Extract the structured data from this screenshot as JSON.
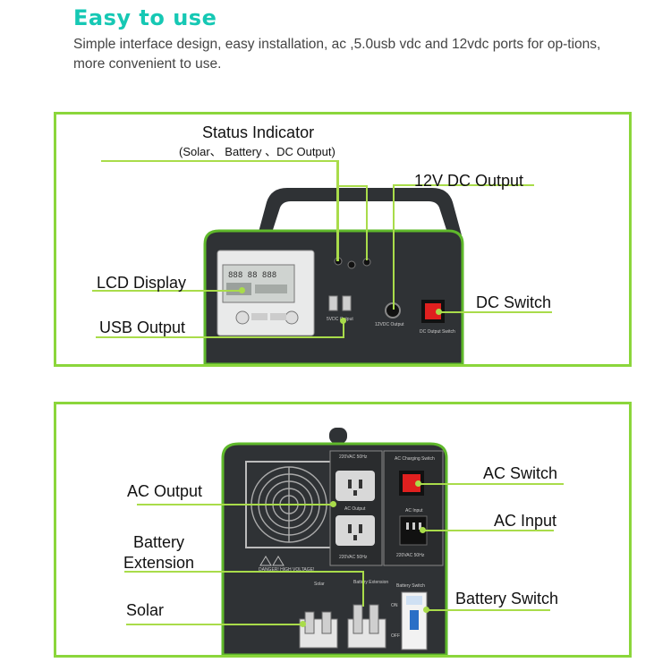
{
  "header": {
    "title": "Easy to use",
    "intro": "Simple interface design, easy installation, ac ,5.0usb vdc and 12vdc ports for op-tions, more convenient to use."
  },
  "front_panel": {
    "callouts": {
      "status_indicator": "Status Indicator",
      "status_sub": "(Solar、 Battery 、DC Output)",
      "dc12_output": "12V DC Output",
      "lcd_display": "LCD Display",
      "dc_switch": "DC Switch",
      "usb_output": "USB Output"
    },
    "printed": {
      "usb_port_label": "5VDC Output",
      "dc_port_label": "12VDC Output",
      "switch_label": "DC Output Switch"
    }
  },
  "back_panel": {
    "callouts": {
      "ac_output": "AC Output",
      "ac_switch": "AC Switch",
      "ac_input": "AC Input",
      "battery_extension": "Battery\nExtension",
      "solar": "Solar",
      "battery_switch": "Battery Switch"
    },
    "printed": {
      "socket_top": "220VAC 50Hz",
      "socket_mid": "AC Output",
      "socket_bottom": "220VAC 50Hz",
      "ac_charging_switch": "AC Charging Switch",
      "ac_input_small": "AC Input",
      "ac_input_rating": "220VAC 50Hz",
      "solar_small": "Solar",
      "battery_ext_small": "Battery Extension",
      "battery_switch_small": "Battery Switch",
      "danger": "DANGER! HIGH VOLTAGE!",
      "on": "ON",
      "off": "OFF"
    }
  },
  "colors": {
    "title": "#16c8b4",
    "frame": "#8bd63b",
    "leader": "#a9dc4a",
    "device": "#2f3235",
    "trim": "#5fb82b",
    "switch_red": "#e0201f"
  }
}
